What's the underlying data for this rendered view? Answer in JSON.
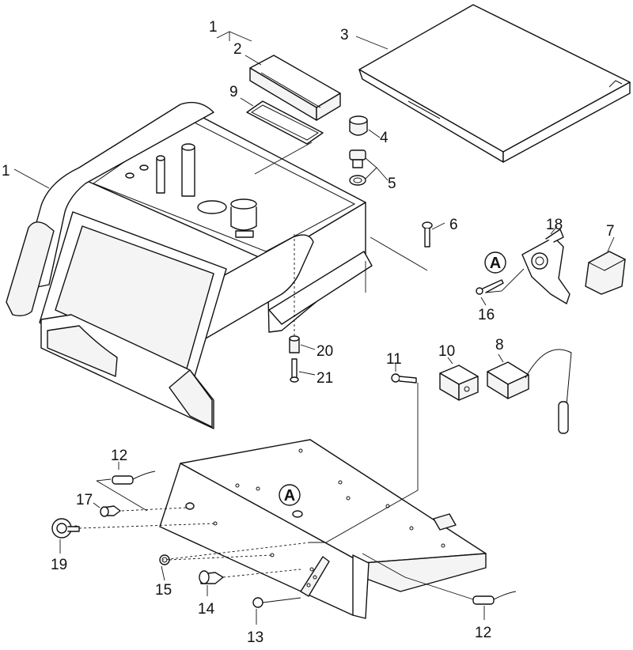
{
  "labels": {
    "l1a": "1",
    "l1b": "1",
    "l2": "2",
    "l3": "3",
    "l4": "4",
    "l5": "5",
    "l6": "6",
    "l7": "7",
    "l8": "8",
    "l9": "9",
    "l10": "10",
    "l11": "11",
    "l12a": "12",
    "l12b": "12",
    "l13": "13",
    "l14": "14",
    "l15": "15",
    "l16": "16",
    "l17": "17",
    "l18": "18",
    "l19": "19",
    "l20": "20",
    "l21": "21"
  },
  "markers": {
    "detail_upper": "A",
    "detail_lower": "A"
  }
}
